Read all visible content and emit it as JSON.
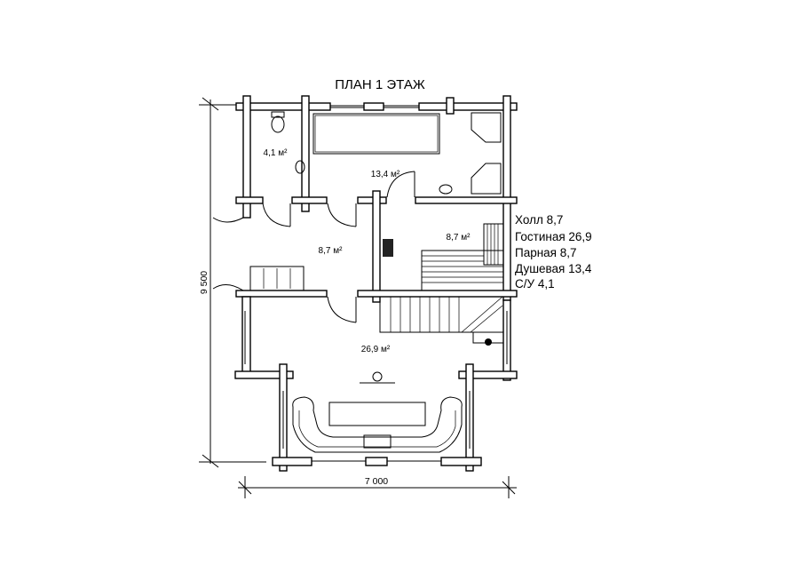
{
  "title": "ПЛАН 1 ЭТАЖ",
  "rooms": [
    {
      "name": "wc",
      "area": "4,1 м²"
    },
    {
      "name": "shower",
      "area": "13,4 м²"
    },
    {
      "name": "hall",
      "area": "8,7 м²"
    },
    {
      "name": "steam-room",
      "area": "8,7 м²"
    },
    {
      "name": "living-room",
      "area": "26,9 м²"
    }
  ],
  "legend": [
    "Холл 8,7",
    "Гостиная 26,9",
    "Парная 8,7",
    "Душевая 13,4",
    "С/У 4,1"
  ],
  "dimensions": {
    "height": "9 500",
    "width": "7 000"
  }
}
